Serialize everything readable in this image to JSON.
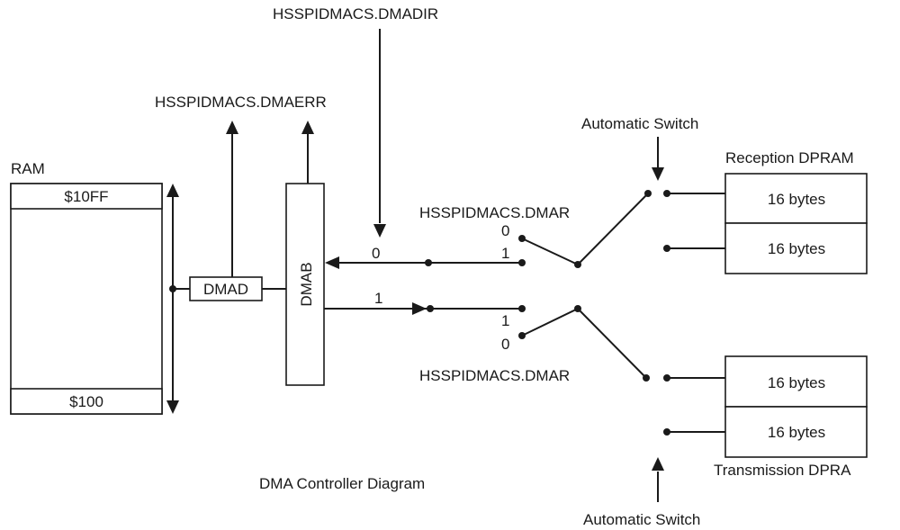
{
  "diagram": {
    "caption": "DMA Controller Diagram",
    "labels": {
      "dmadir": "HSSPIDMACS.DMADIR",
      "dmaerr": "HSSPIDMACS.DMAERR",
      "dmar_top": "HSSPIDMACS.DMAR",
      "dmar_bottom": "HSSPIDMACS.DMAR",
      "auto_switch_top": "Automatic Switch",
      "auto_switch_bottom": "Automatic Switch"
    },
    "ram": {
      "title": "RAM",
      "top_address": "$10FF",
      "bottom_address": "$100"
    },
    "dmad": "DMAD",
    "dmab": "DMAB",
    "bus_values": {
      "receive_path": "0",
      "transmit_path": "1"
    },
    "switch_positions": {
      "top_upper": "0",
      "top_lower": "1",
      "bottom_upper": "1",
      "bottom_lower": "0"
    },
    "reception_dpram": {
      "title": "Reception DPRAM",
      "blocks": [
        "16 bytes",
        "16 bytes"
      ]
    },
    "transmission_dpram": {
      "title": "Transmission DPRA",
      "blocks": [
        "16 bytes",
        "16 bytes"
      ]
    }
  }
}
